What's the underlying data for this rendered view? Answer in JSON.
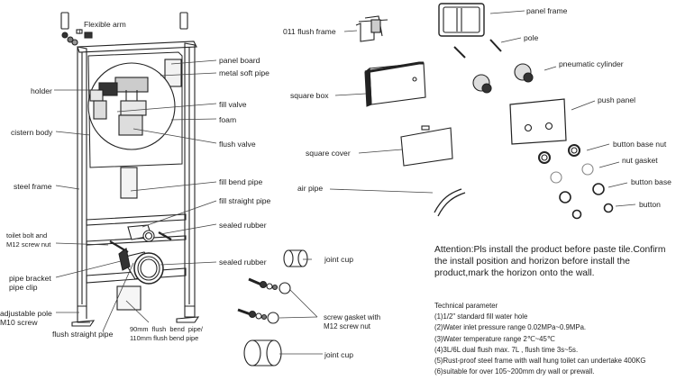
{
  "frame_labels": {
    "flexible_arm": "Flexible arm",
    "panel_board": "panel  board",
    "metal_soft_pipe": "metal soft pipe",
    "holder": "holder",
    "fill_valve": "fill valve",
    "foam": "foam",
    "cistern_body": "cistern body",
    "flush_valve": "flush valve",
    "steel_frame": "steel frame",
    "fill_bend_pipe": "fill bend pipe",
    "fill_straight_pipe": "fill straight pipe",
    "sealed_rubber_1": "sealed rubber",
    "toilet_bolt": "toilet bolt and\nM12 screw nut",
    "sealed_rubber_2": "sealed rubber",
    "pipe_bracket": "pipe bracket\npipe clip",
    "adjustable_pole": "adjustable pole\nM10 screw",
    "flush_straight_pipe": "flush straight pipe",
    "flush_bend_pipe": "90mm  flush  bend  pipe/\n110mm flush bend pipe"
  },
  "parts_labels": {
    "flush_frame": "011 flush frame",
    "square_box": "square box",
    "square_cover": "square cover",
    "air_pipe": "air pipe",
    "joint_cup_1": "joint cup",
    "screw_gasket": "screw gasket with\nM12 screw nut",
    "joint_cup_2": "joint cup",
    "panel_frame": "panel frame",
    "pole": "pole",
    "pneumatic_cylinder": "pneumatic cylinder",
    "push_panel": "push panel",
    "button_base_nut": "button base nut",
    "nut_gasket": "nut gasket",
    "button_base": "button base",
    "button": "button"
  },
  "attention": "Attention:Pls install the product before paste tile.Confirm the install position and horizon before install the product,mark the horizon onto the wall.",
  "technical": {
    "title": "Technical parameter",
    "items": [
      "(1)1/2\" standard fill water hole",
      "(2)Water inlet pressure range 0.02MPa~0.9MPa.",
      "(3)Water temperature range 2℃~45℃",
      "(4)3L/6L dual flush max. 7L , flush time 3s~5s.",
      "(5)Rust-proof steel frame with wall hung toilet can undertake 400KG",
      "(6)suitable for over 105~200mm dry wall or prewall."
    ]
  }
}
